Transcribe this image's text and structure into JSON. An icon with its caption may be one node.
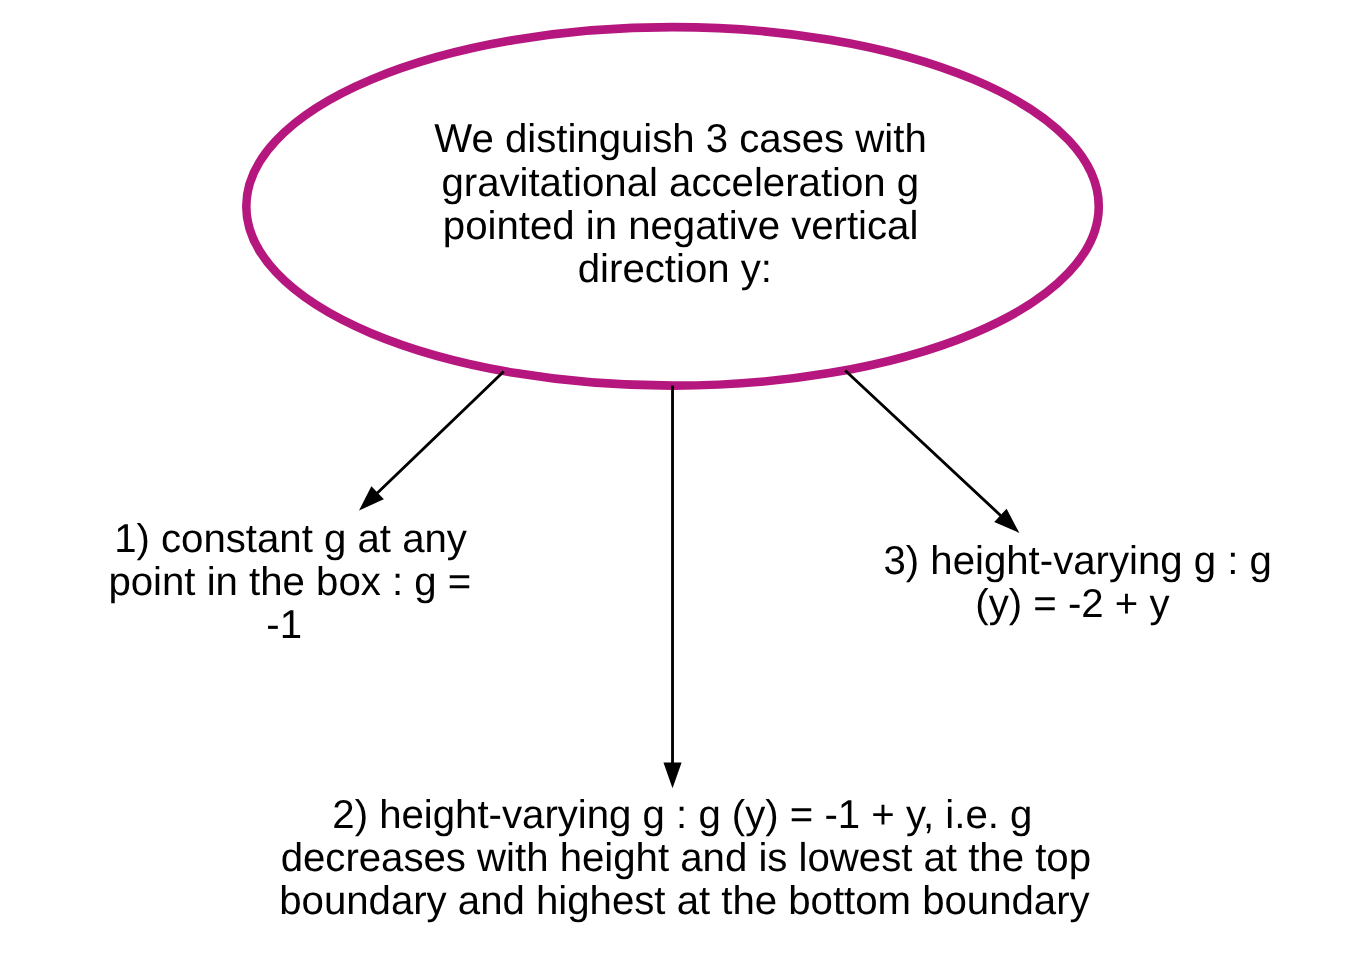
{
  "diagram": {
    "nodes": [
      {
        "text": [
          "We distinguish 3 cases with gravitational acceleration g pointed in negative vertical direction y:"
        ]
      },
      {
        "text": [
          "1) constant g at any point in the box : g = -1"
        ]
      },
      {
        "text": [
          "2) height-varying g : g (y) = -1 + y, i.e. g decreases with height and is lowest at the top boundary and highest at the bottom boundary"
        ]
      },
      {
        "text": [
          "3) height-varying g : g (y) = -2 + y"
        ]
      }
    ],
    "edges": [
      {
        "from": 0,
        "to": 1,
        "arrow": "to"
      },
      {
        "from": 0,
        "to": 2,
        "arrow": "to"
      },
      {
        "from": 0,
        "to": 3,
        "arrow": "to"
      }
    ]
  }
}
